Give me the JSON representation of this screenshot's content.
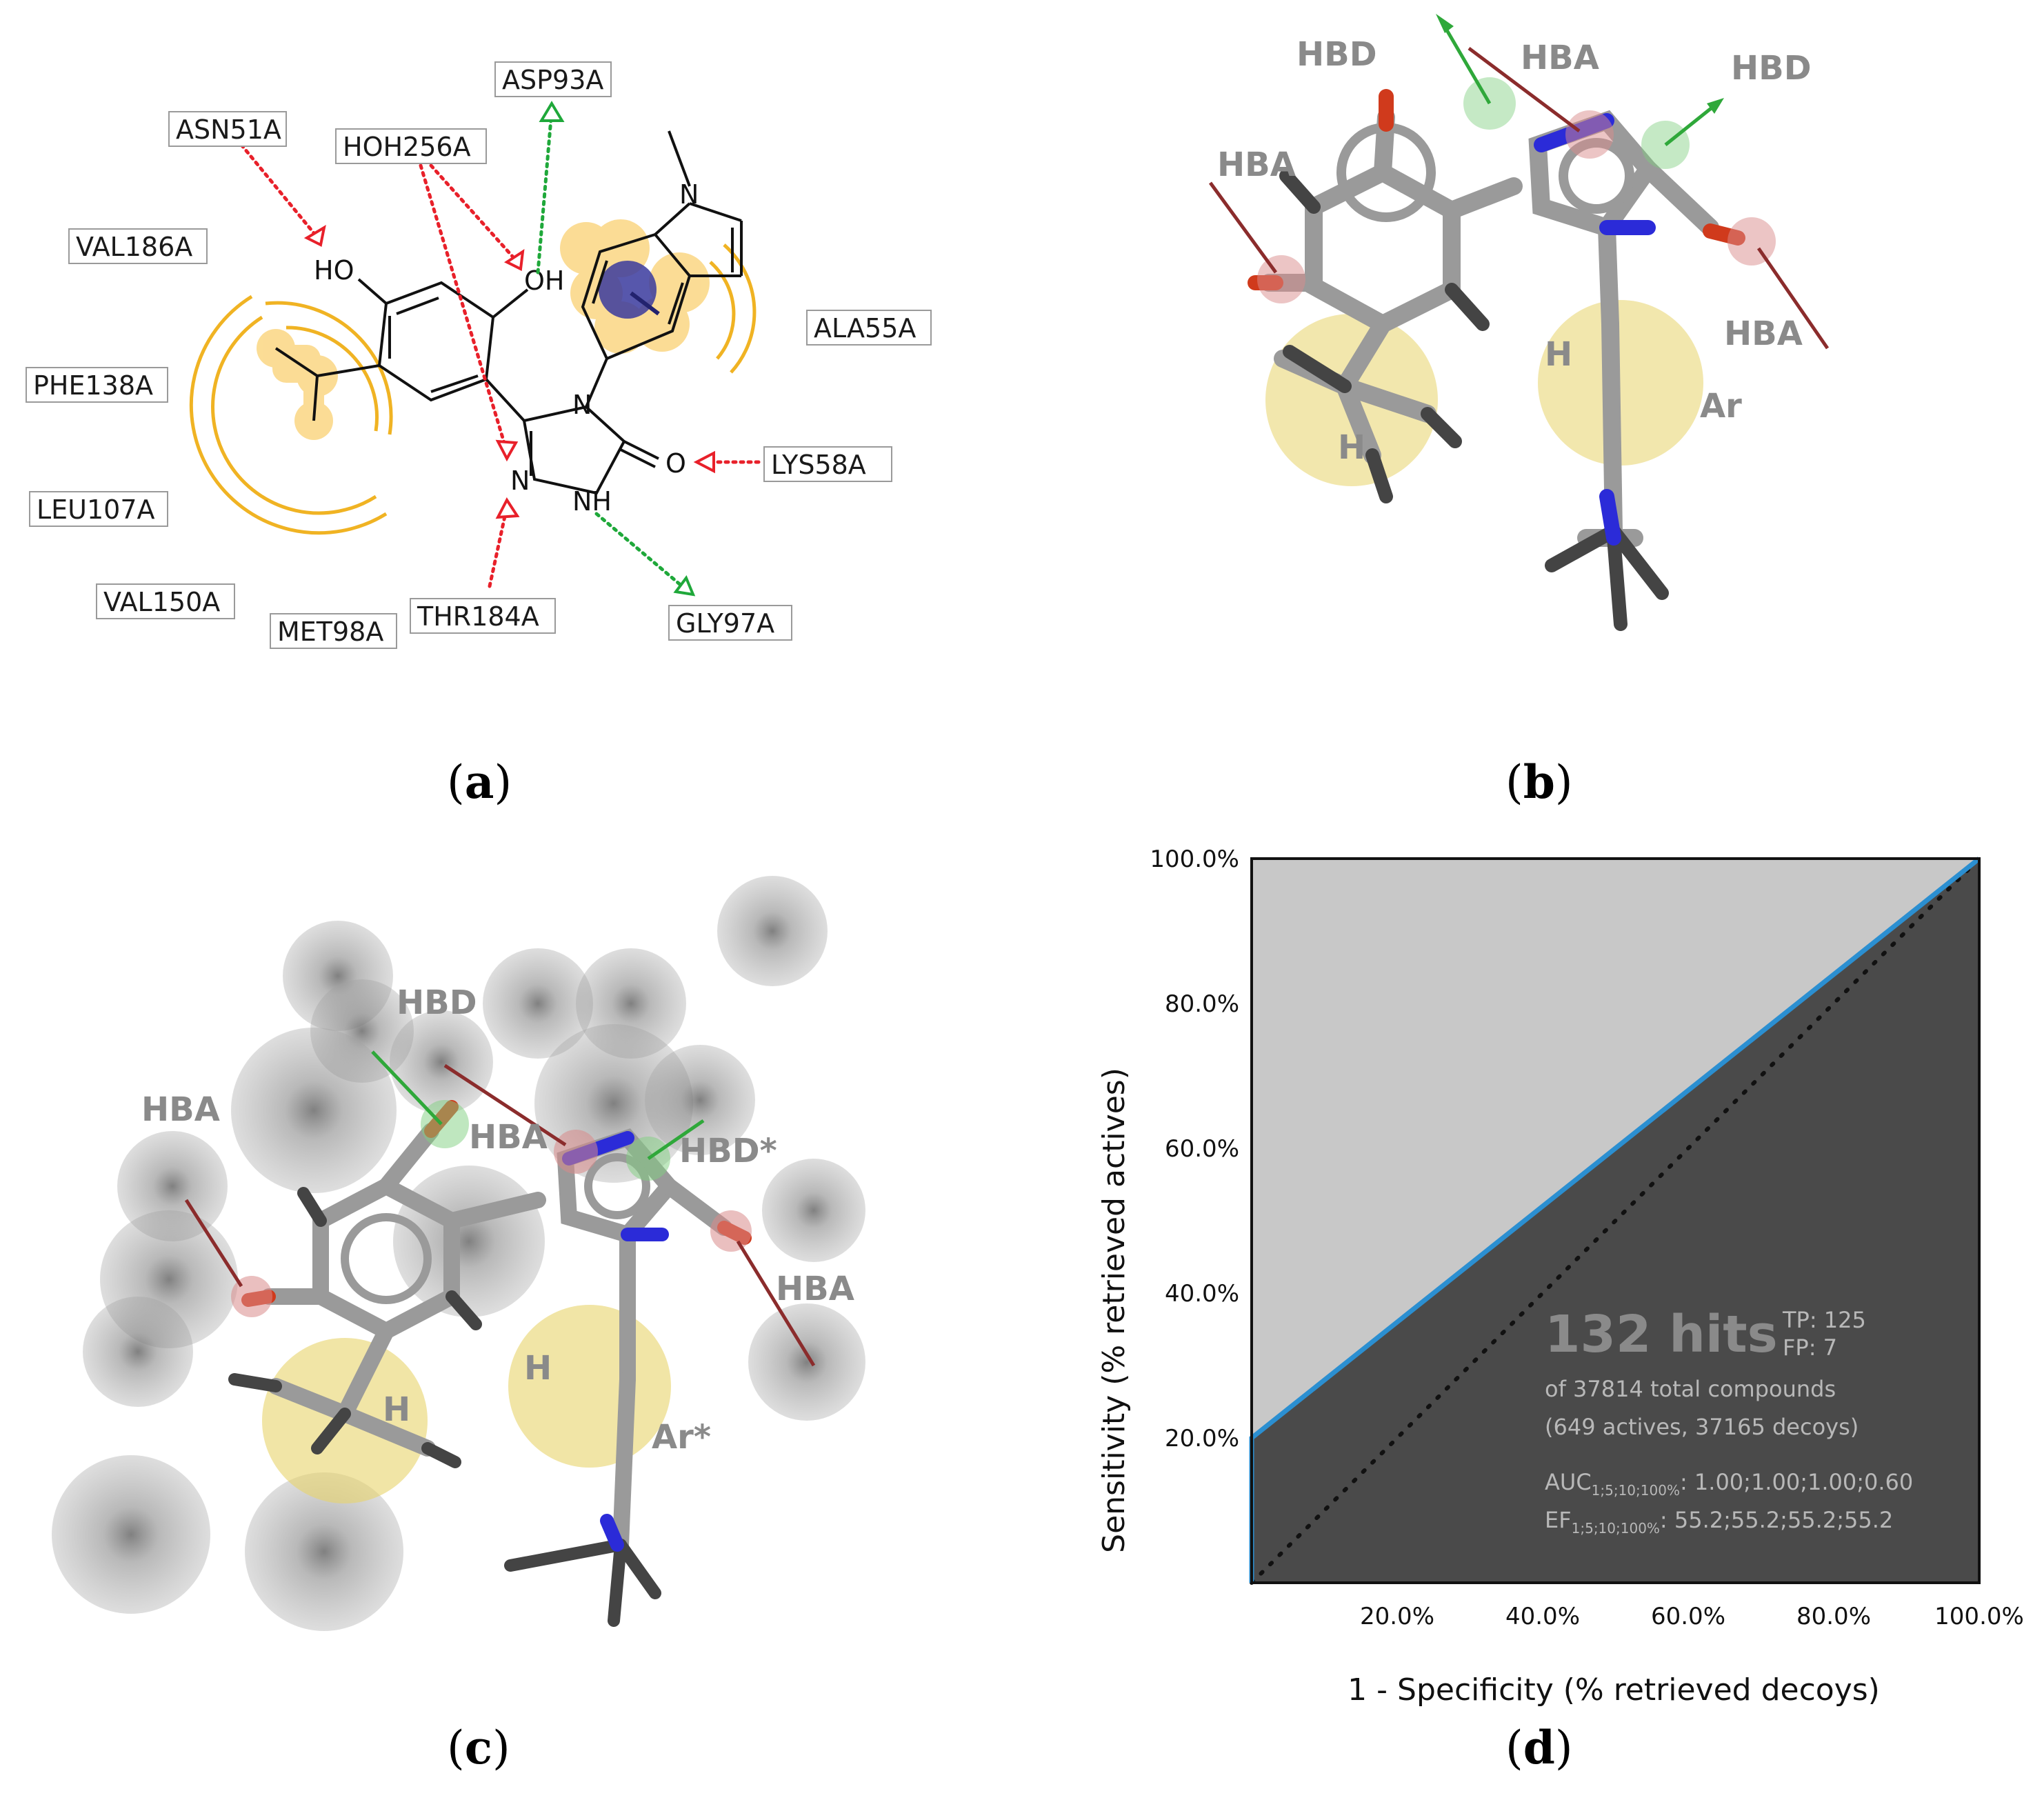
{
  "panel_a": {
    "residues": [
      "ASN51A",
      "HOH256A",
      "ASP93A",
      "VAL186A",
      "PHE138A",
      "LEU107A",
      "VAL150A",
      "MET98A",
      "THR184A",
      "GLY97A",
      "LYS58A",
      "ALA55A"
    ],
    "atoms": {
      "ho": "HO",
      "oh": "OH",
      "n_methyl": "N",
      "n_triazole": "N",
      "n_ring": "N",
      "nh": "NH",
      "o": "O"
    },
    "caption": "a"
  },
  "panel_b": {
    "features": {
      "hbd_left": "HBD",
      "hba_top": "HBA",
      "hbd_right": "HBD",
      "hba_left": "HBA",
      "hba_right": "HBA",
      "h_right": "H",
      "ar": "Ar",
      "h_left": "H"
    },
    "caption": "b"
  },
  "panel_c": {
    "features": {
      "hbd": "HBD",
      "hba_left": "HBA",
      "hba_mid": "HBA",
      "hbd_star": "HBD*",
      "hba_right": "HBA",
      "h_mid": "H",
      "h_left": "H",
      "ar_star": "Ar*"
    },
    "caption": "c"
  },
  "panel_d": {
    "caption": "d",
    "hits_label": "132 hits",
    "tp_label": "TP: 125",
    "fp_label": "FP: 7",
    "total_label": "of 37814 total compounds",
    "breakdown_label": "(649 actives, 37165 decoys)",
    "auc_prefix": "AUC",
    "auc_sub": "1;5;10;100%",
    "auc_values": ": 1.00;1.00;1.00;0.60",
    "ef_prefix": "EF",
    "ef_sub": "1;5;10;100%",
    "ef_values": ": 55.2;55.2;55.2;55.2",
    "colors": {
      "background": "#4a4a4a",
      "upper": "#c8c8c8",
      "roc_line": "#2b8fd1"
    }
  },
  "chart_data": {
    "type": "line",
    "xlabel": "1 - Specificity (% retrieved decoys)",
    "ylabel": "Sensitivity (% retrieved actives)",
    "xlim": [
      0,
      100
    ],
    "ylim": [
      0,
      100
    ],
    "x_ticks": [
      "20.0%",
      "40.0%",
      "60.0%",
      "80.0%",
      "100.0%"
    ],
    "y_ticks": [
      "20.0%",
      "40.0%",
      "60.0%",
      "80.0%",
      "100.0%"
    ],
    "series": [
      {
        "x": [
          0,
          0,
          100
        ],
        "y": [
          0,
          20,
          100
        ]
      }
    ],
    "reference_line": {
      "x": [
        0,
        100
      ],
      "y": [
        0,
        100
      ],
      "style": "dotted"
    },
    "grid": false
  }
}
